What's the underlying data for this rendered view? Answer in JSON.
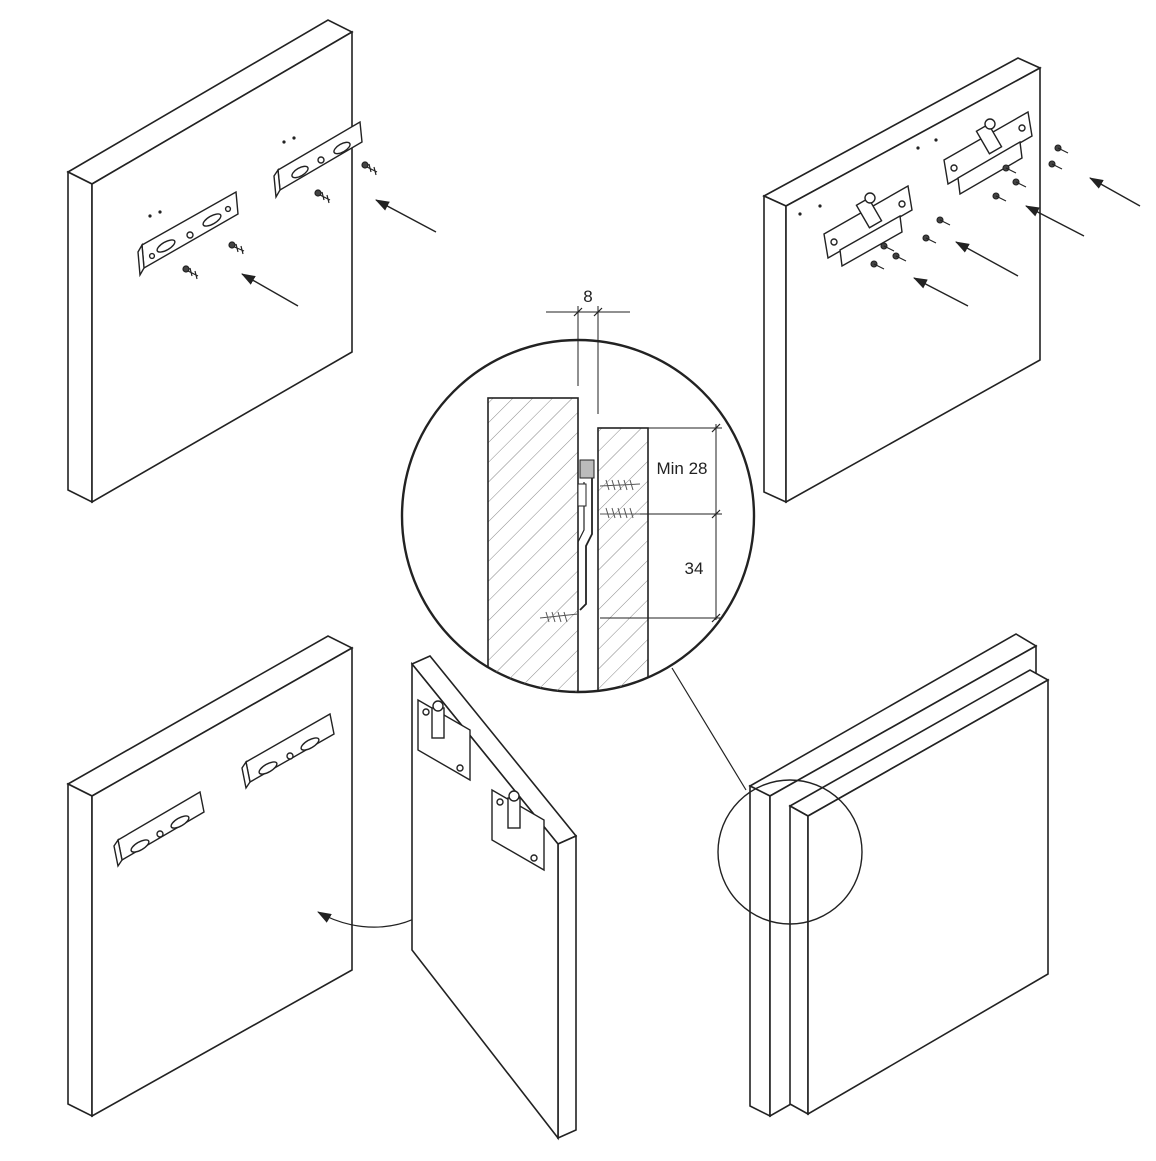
{
  "diagram": {
    "dimensions": {
      "gap": "8",
      "min_depth": "Min 28",
      "spacing": "34"
    },
    "colors": {
      "line": "#222222",
      "panel_fill": "#ffffff",
      "detail_fill": "#f2f2f2"
    }
  }
}
